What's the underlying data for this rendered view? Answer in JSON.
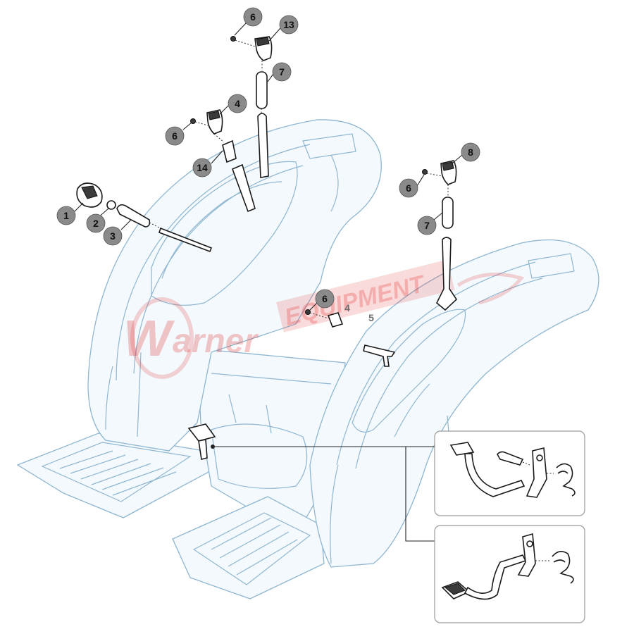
{
  "callouts": [
    {
      "id": "c6a",
      "label": "6"
    },
    {
      "id": "c13",
      "label": "13"
    },
    {
      "id": "c7a",
      "label": "7"
    },
    {
      "id": "c4a",
      "label": "4"
    },
    {
      "id": "c6b",
      "label": "6"
    },
    {
      "id": "c14",
      "label": "14"
    },
    {
      "id": "c8",
      "label": "8"
    },
    {
      "id": "c6c",
      "label": "6"
    },
    {
      "id": "c7b",
      "label": "7"
    },
    {
      "id": "c1",
      "label": "1"
    },
    {
      "id": "c2",
      "label": "2"
    },
    {
      "id": "c3",
      "label": "3"
    },
    {
      "id": "c6d",
      "label": "6"
    }
  ],
  "ghost_labels": [
    {
      "id": "g4",
      "label": "4"
    },
    {
      "id": "g5",
      "label": "5"
    }
  ],
  "watermark": {
    "text": "Warner EQUIPMENT"
  },
  "colors": {
    "body_outline": "#8fb6d0",
    "callout_fill": "#8a8a8a",
    "watermark": "#e23a3a"
  }
}
